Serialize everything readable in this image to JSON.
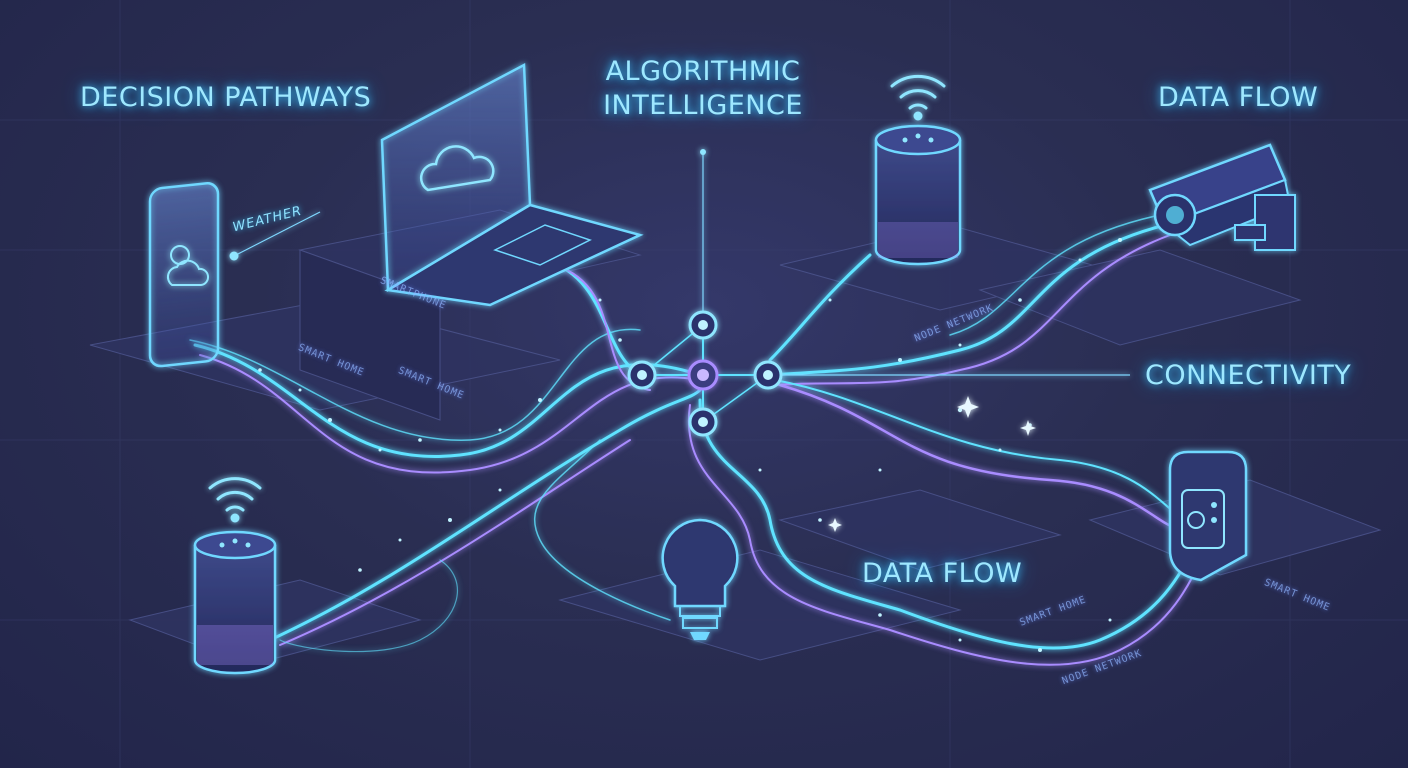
{
  "labels": {
    "decision_pathways": "DECISION PATHWAYS",
    "algorithmic_line1": "ALGORITHMIC",
    "algorithmic_line2": "INTELLIGENCE",
    "data_flow_top": "DATA FLOW",
    "connectivity": "CONNECTIVITY",
    "data_flow_bottom": "DATA FLOW",
    "weather": "WEATHER",
    "smartphone": "SMARTPHONE",
    "smart_home_1": "SMART HOME",
    "smart_home_2": "SMART HOME",
    "smart_home_3": "SMART HOME",
    "smart_home_4": "SMART HOME",
    "node_network_1": "NODE NETWORK",
    "node_network_2": "NODE NETWORK"
  },
  "icons": [
    "smartphone-icon",
    "laptop-icon",
    "cloud-icon",
    "smart-speaker-icon",
    "wifi-icon",
    "security-camera-icon",
    "thermostat-icon",
    "light-bulb-icon",
    "node-network-icon"
  ],
  "colors": {
    "background": "#262a48",
    "cyan": "#5fe3ff",
    "violet": "#a98cff",
    "text": "#9ee8ff"
  }
}
